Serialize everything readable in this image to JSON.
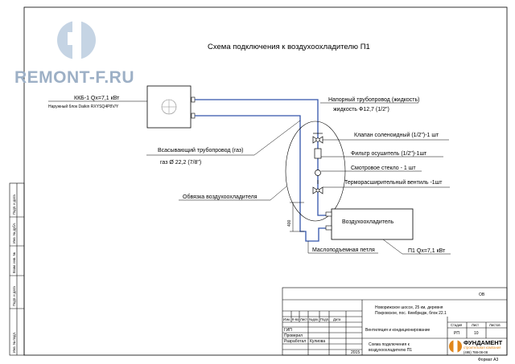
{
  "watermark": {
    "text": "REMONT-F.RU"
  },
  "title": "Схема подключения к воздухоохладителю П1",
  "outdoor_unit": {
    "name": "ККБ-1 Qх=7,1 кВт",
    "model": "Наружный блок Daikin RXYSQ4P8V/Y"
  },
  "labels": {
    "pressure_pipe": "Напорный трубопровод (жидкость)",
    "liquid_dia": "жидкость Ф12,7 (1/2\")",
    "solenoid": "Клапан соленоидный  (1/2\")-1 шт",
    "filter": "Фильтр осушитель  (1/2\")-1шт",
    "sight_glass": "Смотровое стекло - 1 шт",
    "expansion_valve": "Терморасширительный вентиль -1шт",
    "suction_pipe": "Всасывающий трубопровод (газ)",
    "gas_dia": "газ Ø 22,2 (7/8\")",
    "binding": "Обвязка воздухоохладителя",
    "oil_loop": "Маслоподъемная петля",
    "dim_400": "400"
  },
  "indoor_unit": {
    "name": "Воздухоохладитель",
    "capacity": "П1 Qх=7,1 кВт"
  },
  "left_stamp": [
    "Подп. и дата",
    "Инв. № дубл.",
    "Взам. инв. №",
    "Подп. и дата",
    "Инв. № подл."
  ],
  "title_block": {
    "code": "ОВ",
    "address_line1": "Новорижское шоссе, 25 км, деревня",
    "address_line2": "Покровское, пос. Кембридж, блок 22.1",
    "section": "Вентиляция и кондиционирование",
    "drawing_line1": "Схема подключения к",
    "drawing_line2": "воздухоохладителю П1",
    "col_headers": [
      "Изм.",
      "К-во",
      "Лист",
      "№док.",
      "Подп.",
      "Дата"
    ],
    "stage_headers": [
      "Стадия",
      "Лист",
      "Листов"
    ],
    "stage_values": [
      "РП",
      "10",
      ""
    ],
    "roles": [
      "ГИП",
      "Проверил",
      "Разработал"
    ],
    "developer": "Кулиова",
    "year": "2015",
    "company": "ФУНДАМЕНТ",
    "company_sub": "строительная компания",
    "phone": "(495) 788-08-08",
    "format": "Формат  А3"
  },
  "colors": {
    "pipe": "#3355aa",
    "line": "#000000",
    "watermark": "#9db0c6",
    "logo_accent": "#e0861c"
  }
}
